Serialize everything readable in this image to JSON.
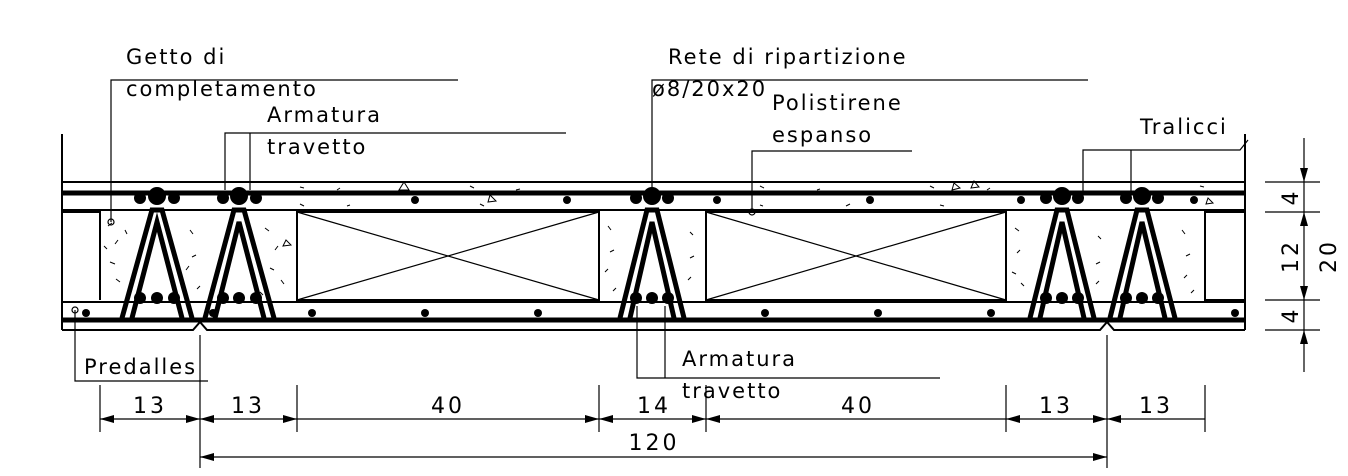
{
  "labels": {
    "getto_line1": "Getto di",
    "getto_line2": "completamento",
    "armatura_top_line1": "Armatura",
    "armatura_top_line2": "travetto",
    "rete_line1": "Rete di ripartizione",
    "rete_line2": "ø8/20x20",
    "polistirene_line1": "Polistirene",
    "polistirene_line2": "espanso",
    "tralicci": "Tralicci",
    "predalles": "Predalles",
    "armatura_bottom_line1": "Armatura",
    "armatura_bottom_line2": "travetto"
  },
  "dimensions": {
    "horizontal": [
      "13",
      "13",
      "40",
      "14",
      "40",
      "13",
      "13"
    ],
    "total": "120",
    "vertical": [
      "4",
      "12",
      "4"
    ],
    "vertical_total": "20"
  }
}
